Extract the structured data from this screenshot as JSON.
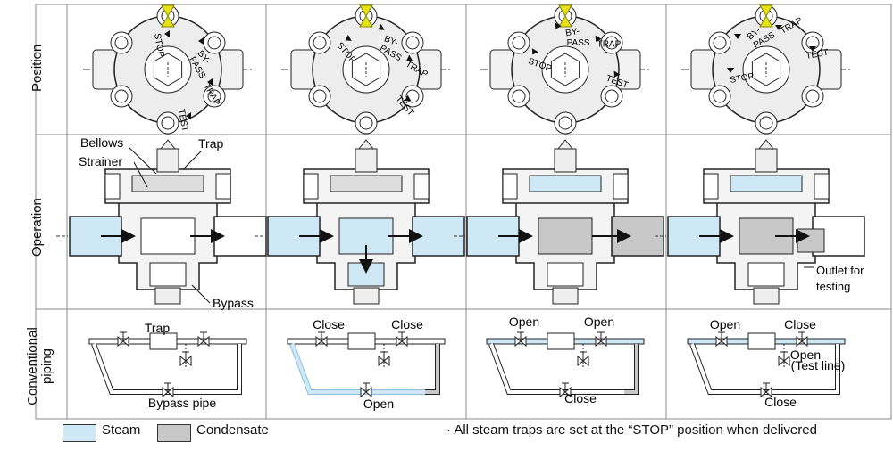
{
  "rows": {
    "position": "Position",
    "operation": "Operation",
    "piping_line1": "Conventional",
    "piping_line2": "piping"
  },
  "dial": {
    "stop": "STOP",
    "bypass_line1": "BY-",
    "bypass_line2": "PASS",
    "trap": "TRAP",
    "test": "TEST"
  },
  "callouts": {
    "bellows": "Bellows",
    "strainer": "Strainer",
    "trap": "Trap",
    "bypass": "Bypass",
    "outlet_line1": "Outlet for",
    "outlet_line2": "testing"
  },
  "piping": {
    "c1": {
      "top": "Trap",
      "bottom": "Bypass pipe"
    },
    "c2": {
      "top_left": "Close",
      "top_right": "Close",
      "bottom": "Open"
    },
    "c3": {
      "top_left": "Open",
      "top_right": "Open",
      "bottom": "Close"
    },
    "c4": {
      "top_left": "Open",
      "top_right": "Close",
      "side_line1": "Open",
      "side_line2": "(Test line)",
      "bottom": "Close"
    }
  },
  "legend": {
    "steam": "Steam",
    "condensate": "Condensate",
    "note": "· All steam traps are set at the “STOP” position when delivered"
  },
  "colors": {
    "steam": "#cfe8f5",
    "condensate": "#c8c8c8",
    "indicator": "#e6e21a",
    "line": "#222222"
  }
}
